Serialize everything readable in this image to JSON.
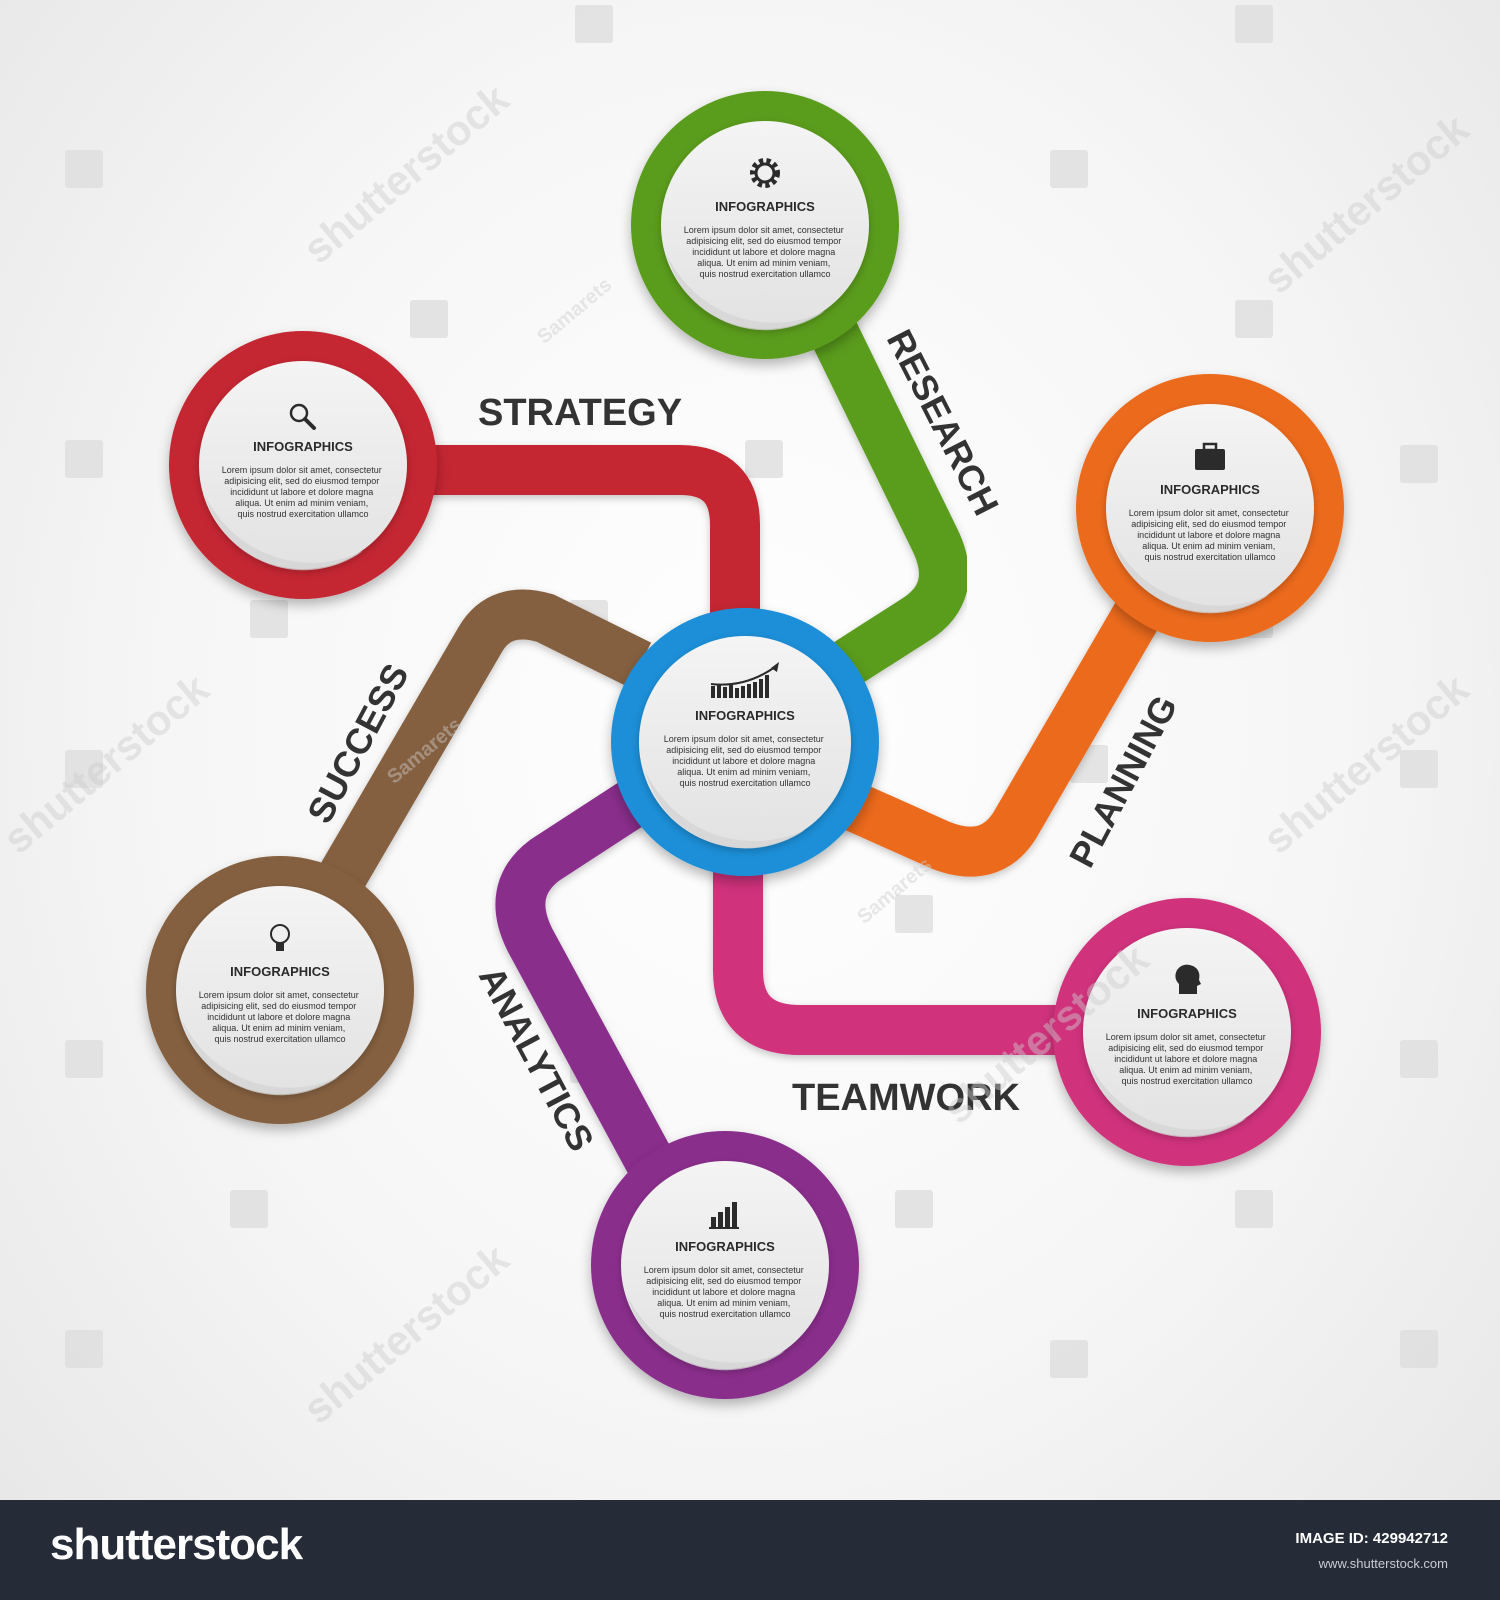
{
  "diagram": {
    "center": {
      "heading": "INFOGRAPHICS",
      "body_lines": [
        "Lorem ipsum dolor sit amet, consectetur",
        "adipisicing elit, sed do eiusmod tempor",
        "incididunt ut labore et dolore magna",
        "aliqua. Ut enim ad minim veniam,",
        "quis nostrud exercitation ullamco"
      ],
      "color": "#1e8fd8",
      "icon": "growth-chart-icon"
    },
    "branches": [
      {
        "id": "research",
        "label": "RESEARCH",
        "color": "#5a9c1f",
        "icon": "gear-icon",
        "heading": "INFOGRAPHICS",
        "body_lines": [
          "Lorem ipsum dolor sit amet, consectetur",
          "adipisicing elit, sed do eiusmod tempor",
          "incididunt ut labore et dolore magna",
          "aliqua. Ut enim ad minim veniam,",
          "quis nostrud exercitation ullamco"
        ]
      },
      {
        "id": "strategy",
        "label": "STRATEGY",
        "color": "#c42530",
        "icon": "magnifier-icon",
        "heading": "INFOGRAPHICS",
        "body_lines": [
          "Lorem ipsum dolor sit amet, consectetur",
          "adipisicing elit, sed do eiusmod tempor",
          "incididunt ut labore et dolore magna",
          "aliqua. Ut enim ad minim veniam,",
          "quis nostrud exercitation ullamco"
        ]
      },
      {
        "id": "planning",
        "label": "PLANNING",
        "color": "#ec6a1c",
        "icon": "briefcase-icon",
        "heading": "INFOGRAPHICS",
        "body_lines": [
          "Lorem ipsum dolor sit amet, consectetur",
          "adipisicing elit, sed do eiusmod tempor",
          "incididunt ut labore et dolore magna",
          "aliqua. Ut enim ad minim veniam,",
          "quis nostrud exercitation ullamco"
        ]
      },
      {
        "id": "success",
        "label": "SUCCESS",
        "color": "#85613f",
        "icon": "lightbulb-icon",
        "heading": "INFOGRAPHICS",
        "body_lines": [
          "Lorem ipsum dolor sit amet, consectetur",
          "adipisicing elit, sed do eiusmod tempor",
          "incididunt ut labore et dolore magna",
          "aliqua. Ut enim ad minim veniam,",
          "quis nostrud exercitation ullamco"
        ]
      },
      {
        "id": "teamwork",
        "label": "TEAMWORK",
        "color": "#d0307c",
        "icon": "person-head-icon",
        "heading": "INFOGRAPHICS",
        "body_lines": [
          "Lorem ipsum dolor sit amet, consectetur",
          "adipisicing elit, sed do eiusmod tempor",
          "incididunt ut labore et dolore magna",
          "aliqua. Ut enim ad minim veniam,",
          "quis nostrud exercitation ullamco"
        ]
      },
      {
        "id": "analytics",
        "label": "ANALYTICS",
        "color": "#8a2e8c",
        "icon": "bar-chart-icon",
        "heading": "INFOGRAPHICS",
        "body_lines": [
          "Lorem ipsum dolor sit amet, consectetur",
          "adipisicing elit, sed do eiusmod tempor",
          "incididunt ut labore et dolore magna",
          "aliqua. Ut enim ad minim veniam,",
          "quis nostrud exercitation ullamco"
        ]
      }
    ]
  },
  "watermark": {
    "brand": "shutterstock",
    "author": "Samarets"
  },
  "footer": {
    "logo": "shutterstock",
    "image_id": "IMAGE ID: 429942712",
    "site": "www.shutterstock.com"
  }
}
